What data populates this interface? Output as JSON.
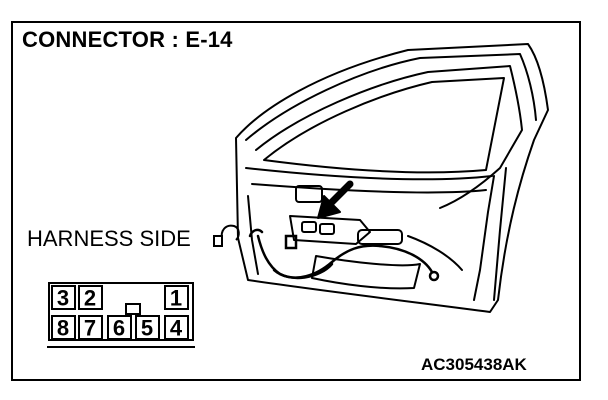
{
  "diagram": {
    "title": "CONNECTOR : E-14",
    "side_label": "HARNESS SIDE",
    "figure_code": "AC305438AK",
    "connector": {
      "top_row": [
        "3",
        "2",
        "",
        "",
        "1"
      ],
      "bottom_row": [
        "8",
        "7",
        "6",
        "5",
        "4"
      ]
    },
    "icons": {
      "door": "vehicle-door-illustration",
      "arrow": "pointer-arrow-icon"
    }
  }
}
